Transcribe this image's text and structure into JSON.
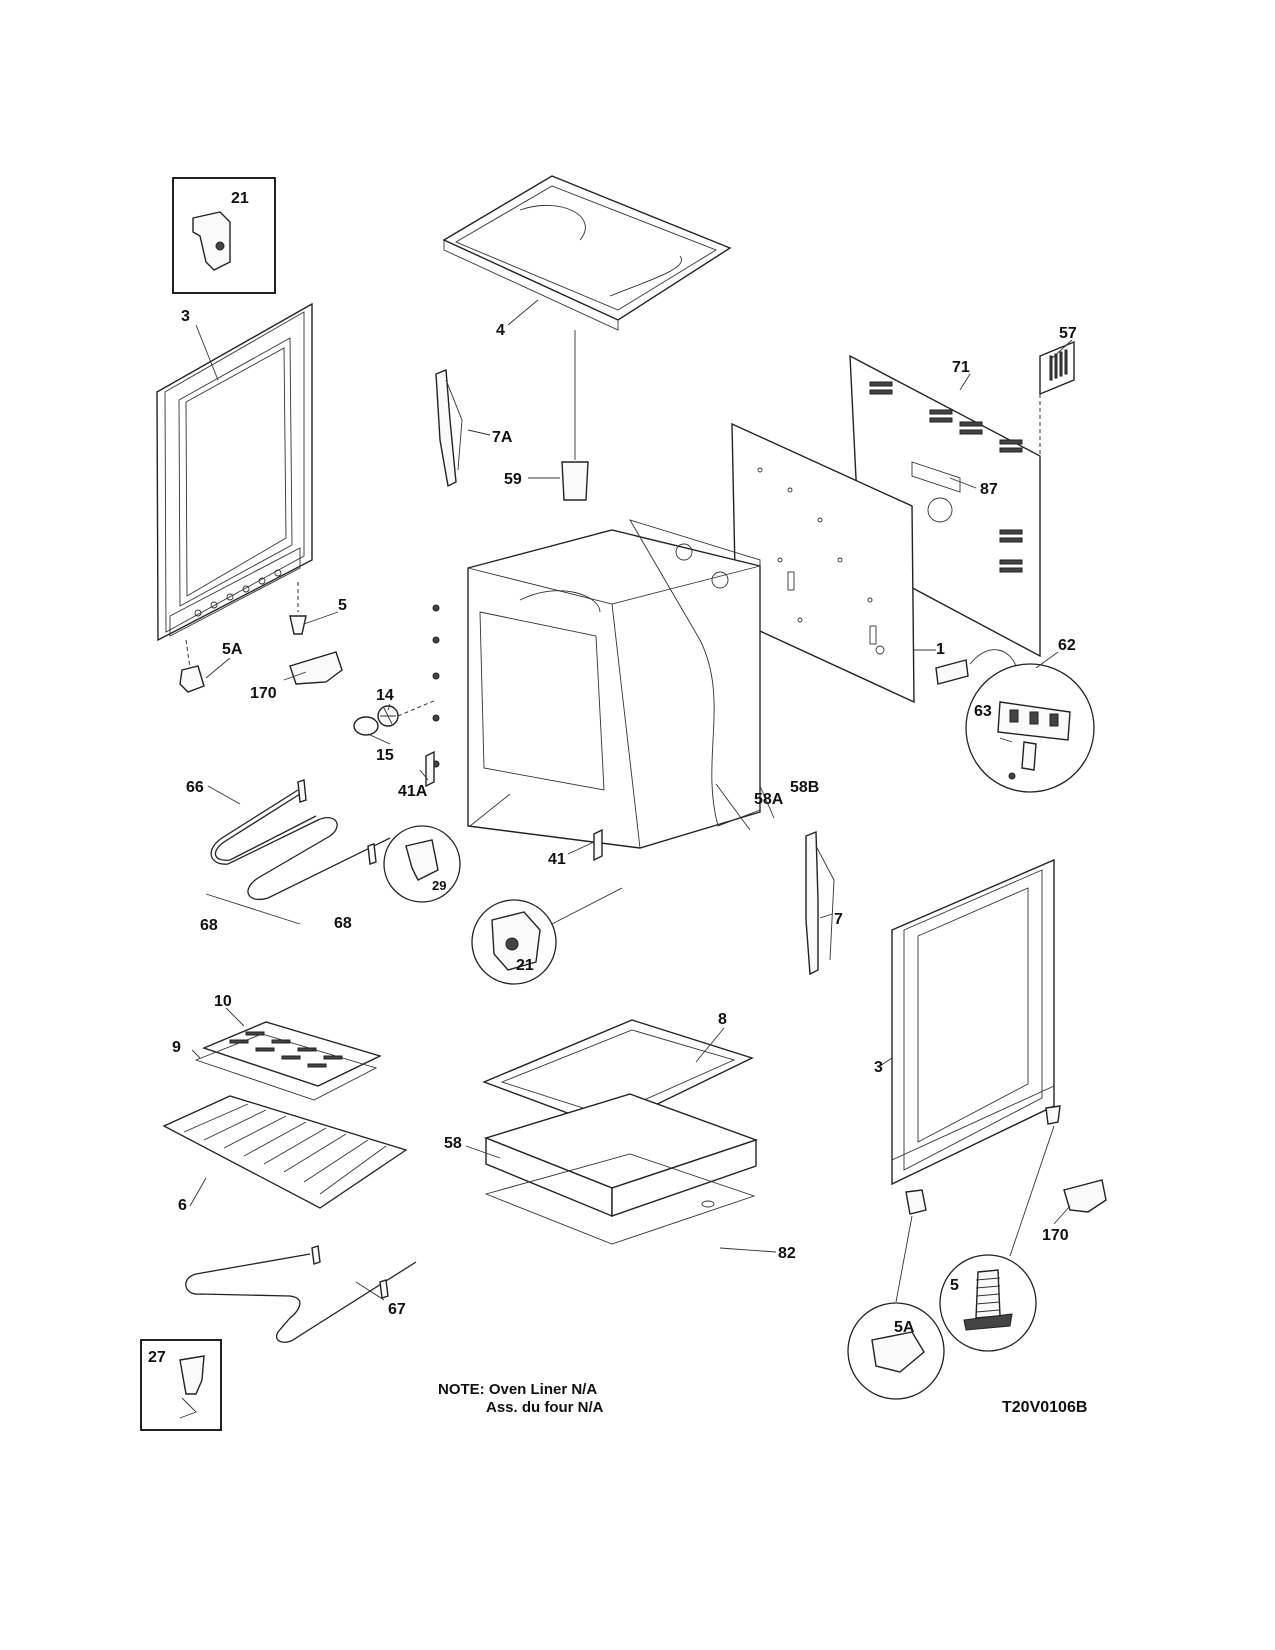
{
  "labels": {
    "p21_box": "21",
    "p3_left": "3",
    "p4": "4",
    "p57": "57",
    "p71": "71",
    "p7A": "7A",
    "p59": "59",
    "p87": "87",
    "p5_left": "5",
    "p5A_left": "5A",
    "p170_left": "170",
    "p14": "14",
    "p15": "15",
    "p1": "1",
    "p62": "62",
    "p63": "63",
    "p41A": "41A",
    "p58A": "58A",
    "p58B": "58B",
    "p66": "66",
    "p29": "29",
    "p41": "41",
    "p7": "7",
    "p68_a": "68",
    "p68_b": "68",
    "p21_circle": "21",
    "p10": "10",
    "p9": "9",
    "p8": "8",
    "p3_right": "3",
    "p6": "6",
    "p58": "58",
    "p82": "82",
    "p170_right": "170",
    "p5_right": "5",
    "p5A_right": "5A",
    "p67": "67",
    "p27": "27"
  },
  "note": {
    "line1": "NOTE: Oven Liner N/A",
    "line2": "Ass. du four N/A"
  },
  "drawing_code": "T20V0106B"
}
